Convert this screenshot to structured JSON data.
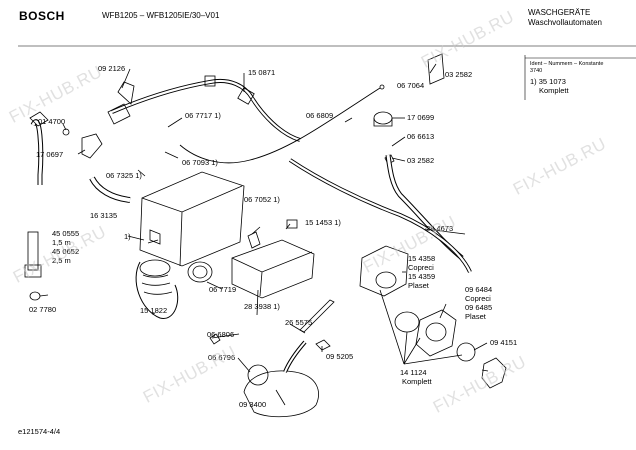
{
  "header": {
    "brand": "BOSCH",
    "model": "WFB1205 – WFB1205IE/30–V01",
    "category": "WASCHGERÄTE",
    "subcategory": "Waschvollautomaten"
  },
  "legend": {
    "ident_label": "Ident – Nummern – Konstante",
    "ident_value": "3740",
    "note_number": "1)  35 1073",
    "note_text": "Komplett"
  },
  "parts": {
    "p092126": "09 2126",
    "p150871": "15 0871",
    "p067064": "06 7064",
    "p032582a": "03 2582",
    "p014700": "01 4700",
    "p170697": "17 0697",
    "p067717": "06 7717 1)",
    "p066809": "06 6809",
    "p170699": "17 0699",
    "p067093": "06 7093 1)",
    "p066613": "06 6613",
    "p032582b": "03 2582",
    "p067325": "06 7325 1)",
    "p163135": "16 3135",
    "p067052": "06 7052 1)",
    "p151453": "15 1453 1)",
    "p284673": "28 4673",
    "p1": "1)",
    "p450555": "45 0555",
    "len15": "1,5 m",
    "p450652": "45 0652",
    "len25": "2,5 m",
    "p154358": "15 4358",
    "copreci1": "Copreci",
    "p154359": "15 4359",
    "plaset1": "Plaset",
    "p096484": "09 6484",
    "copreci2": "Copreci",
    "p096485": "09 6485",
    "plaset2": "Plaset",
    "p067719": "06 7719",
    "p283938": "28 3938 1)",
    "p151822": "15 1822",
    "p027780": "02 7780",
    "p066806": "06 6806",
    "p265575": "26 5575",
    "p095205": "09 5205",
    "p094151": "09 4151",
    "p066796": "06 6796",
    "p141124": "14 1124",
    "komplett": "Komplett",
    "p093400": "09 3400"
  },
  "footer": {
    "doc_id": "e121574-4/4"
  },
  "watermark": "FIX-HUB.RU"
}
